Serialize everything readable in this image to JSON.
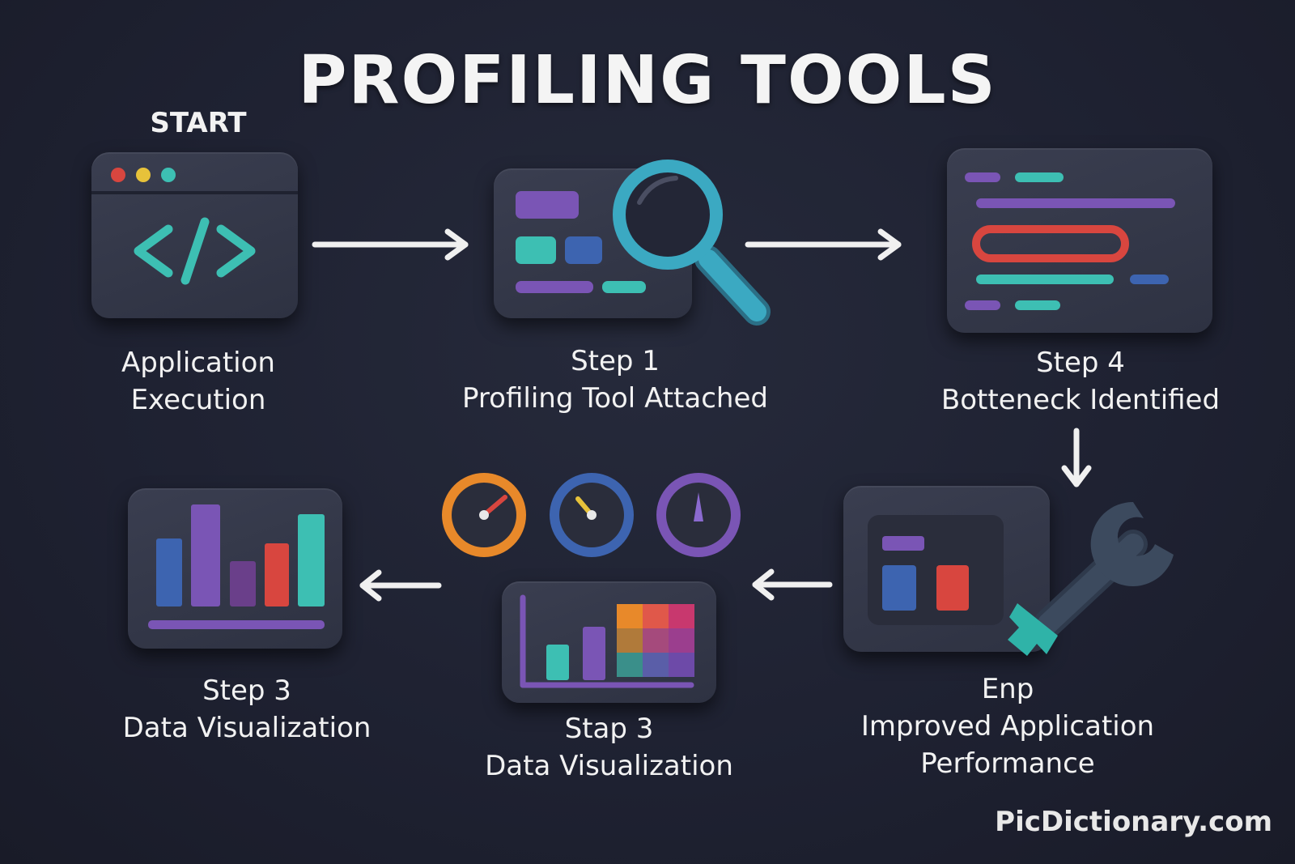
{
  "title": "PROFILING TOOLS",
  "start_label": "START",
  "steps": [
    {
      "id": "app",
      "line1": "Application",
      "line2": "Execution",
      "icon": "code-window-icon"
    },
    {
      "id": "step1",
      "line1": "Step 1",
      "line2": "Profiling Tool Attached",
      "icon": "magnifier-icon"
    },
    {
      "id": "step4",
      "line1": "Step 4",
      "line2": "Botteneck Identified",
      "icon": "code-highlight-icon"
    },
    {
      "id": "end",
      "line1": "Enp",
      "line2": "Improved Application",
      "line3": "Performance",
      "icon": "wrench-icon"
    },
    {
      "id": "step3b",
      "line1": "Stap 3",
      "line2": "Data Visualization",
      "icon": "gauges-icon"
    },
    {
      "id": "step3a",
      "line1": "Step 3",
      "line2": "Data Visualization",
      "icon": "bar-chart-icon"
    }
  ],
  "watermark": "PicDictionary.com",
  "colors": {
    "background": "#1e2131",
    "panel": "#343848",
    "teal": "#3dbfb3",
    "purple": "#7a55b5",
    "blue": "#3d64b0",
    "red": "#d8463f",
    "orange": "#e8892a",
    "yellow": "#e7c23a"
  }
}
